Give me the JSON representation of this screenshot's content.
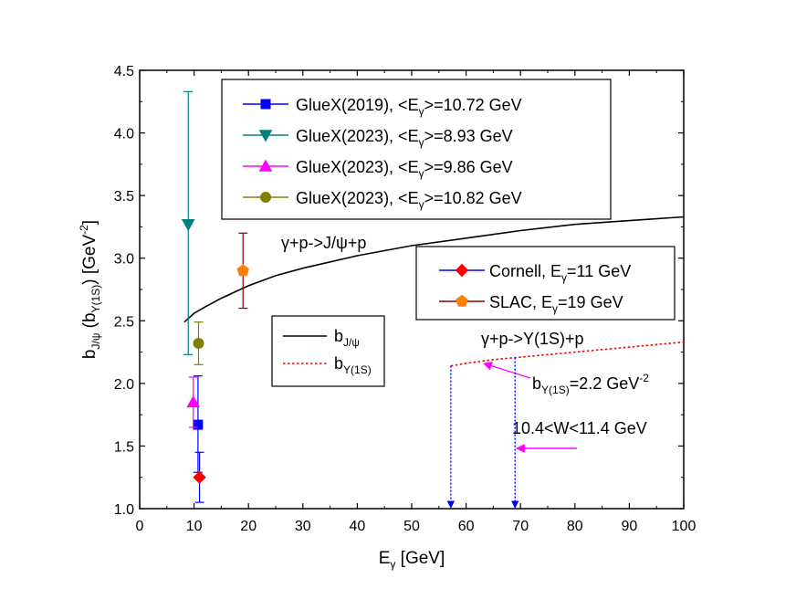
{
  "chart_data": {
    "type": "scatter",
    "xlabel": "E",
    "xlabel_sub": "γ",
    "xlabel_unit": " [GeV]",
    "ylabel": {
      "p1": "b",
      "s1": "J/ψ",
      "p2": " (b",
      "s2": "Y(1S)",
      "p3": ") [GeV",
      "sup": "-2",
      "p4": "]"
    },
    "xlim": [
      0,
      100
    ],
    "ylim": [
      1.0,
      4.5
    ],
    "x_ticks": [
      "0",
      "10",
      "20",
      "30",
      "40",
      "50",
      "60",
      "70",
      "80",
      "90",
      "100"
    ],
    "y_ticks": [
      "1.0",
      "1.5",
      "2.0",
      "2.5",
      "3.0",
      "3.5",
      "4.0",
      "4.5"
    ],
    "grid": false,
    "series": [
      {
        "legend": {
          "a": "GlueX(2019), <E",
          "sub": "γ",
          "b": ">=10.72 GeV"
        },
        "color": "#0000ff",
        "marker": "square",
        "points": [
          {
            "x": 10.72,
            "y": 1.67,
            "ylo": 1.29,
            "yhi": 2.06
          }
        ]
      },
      {
        "legend": {
          "a": "GlueX(2023),  <E",
          "sub": "γ",
          "b": ">=8.93 GeV"
        },
        "color": "#008080",
        "marker": "triangle-down",
        "points": [
          {
            "x": 8.93,
            "y": 3.27,
            "ylo": 2.23,
            "yhi": 4.33
          }
        ]
      },
      {
        "legend": {
          "a": "GlueX(2023), <E",
          "sub": "γ",
          "b": ">=9.86 GeV"
        },
        "color": "#ff00ff",
        "marker": "triangle-up",
        "points": [
          {
            "x": 9.86,
            "y": 1.85,
            "ylo": 1.65,
            "yhi": 2.05
          }
        ]
      },
      {
        "legend": {
          "a": "GlueX(2023), <E",
          "sub": "γ",
          "b": ">=10.82 GeV"
        },
        "color": "#808000",
        "marker": "circle",
        "points": [
          {
            "x": 10.82,
            "y": 2.32,
            "ylo": 2.15,
            "yhi": 2.49
          }
        ]
      },
      {
        "legend": {
          "a": "Cornell, E",
          "sub": "γ",
          "b": "=11 GeV"
        },
        "color": "#ff0000",
        "errcolor": "#0000ff",
        "marker": "diamond",
        "points": [
          {
            "x": 11,
            "y": 1.25,
            "ylo": 1.05,
            "yhi": 1.45
          }
        ]
      },
      {
        "legend": {
          "a": "SLAC, E",
          "sub": "γ",
          "b": "=19 GeV"
        },
        "color": "#ff8000",
        "errcolor": "#8b0000",
        "marker": "pentagon",
        "points": [
          {
            "x": 19,
            "y": 2.9,
            "ylo": 2.6,
            "yhi": 3.2
          }
        ]
      }
    ],
    "curves": [
      {
        "legend": {
          "a": "b",
          "sub": "J/ψ"
        },
        "color": "#000000",
        "style": "solid",
        "x": [
          8.2,
          10,
          12,
          15,
          20,
          25,
          30,
          40,
          50,
          60,
          70,
          80,
          90,
          100
        ],
        "y": [
          2.49,
          2.56,
          2.61,
          2.68,
          2.78,
          2.86,
          2.92,
          3.02,
          3.1,
          3.16,
          3.22,
          3.27,
          3.3,
          3.33
        ]
      },
      {
        "legend": {
          "a": "b",
          "sub": "Y(1S)"
        },
        "color": "#ff0000",
        "style": "dotted",
        "x": [
          57.2,
          60,
          65,
          70,
          75,
          80,
          85,
          90,
          95,
          100
        ],
        "y": [
          2.14,
          2.16,
          2.19,
          2.21,
          2.23,
          2.25,
          2.27,
          2.29,
          2.31,
          2.33
        ]
      }
    ],
    "annotations": {
      "jpsi_process": "γ+p->J/ψ+p",
      "upsilon_process": "γ+p->Y(1S)+p",
      "b_value": {
        "a": "b",
        "sub": "Y(1S)",
        "b": "=2.2 GeV",
        "sup": "-2"
      },
      "w_range": "10.4<W<11.4 GeV",
      "vertical_markers_x": [
        57.2,
        69
      ]
    }
  }
}
